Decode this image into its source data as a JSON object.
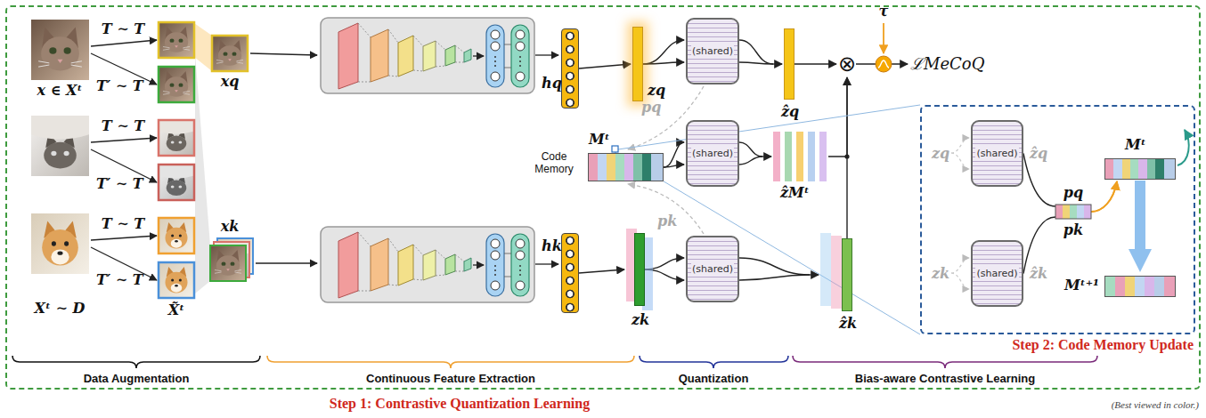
{
  "diagram": {
    "nodes": [
      {
        "text": [
          "Step 1: Contrastive Quantization Learning"
        ]
      },
      {
        "text": [
          "Step 2: Code Memory Update"
        ],
        "in": 0
      },
      {
        "text": [
          "hq"
        ],
        "in": 0
      },
      {
        "text": [
          "zq"
        ],
        "in": 0
      },
      {
        "text": [
          "(shared)"
        ],
        "in": 0
      },
      {
        "text": [
          "ẑq"
        ],
        "in": 0
      },
      {
        "text": [
          "Mᵗ",
          "Code Memory"
        ],
        "in": 0
      },
      {
        "text": [
          "(shared)"
        ],
        "in": 0
      },
      {
        "text": [
          "ẑMᵗ"
        ],
        "in": 0
      },
      {
        "text": [
          "hk"
        ],
        "in": 0
      },
      {
        "text": [
          "zk"
        ],
        "in": 0
      },
      {
        "text": [
          "(shared)"
        ],
        "in": 0
      },
      {
        "text": [
          "ẑk"
        ],
        "in": 0
      },
      {
        "text": [
          "⊗"
        ],
        "in": 0
      },
      {
        "text": [
          "ℒMeCoQ"
        ],
        "in": 0
      },
      {
        "text": [
          "(shared)"
        ],
        "in": 1
      },
      {
        "text": [
          "(shared)"
        ],
        "in": 1
      },
      {
        "text": [
          "Mᵗ"
        ],
        "in": 1
      },
      {
        "text": [
          "Mᵗ⁺¹"
        ],
        "in": 1
      }
    ],
    "edges": [
      {
        "from": 2,
        "to": 3,
        "arrow": "to"
      },
      {
        "from": 3,
        "to": 4,
        "arrow": "to"
      },
      {
        "from": 4,
        "to": 5,
        "arrow": "to"
      },
      {
        "from": 6,
        "to": 7,
        "arrow": "to"
      },
      {
        "from": 7,
        "to": 8,
        "arrow": "to"
      },
      {
        "from": 9,
        "to": 10,
        "arrow": "to"
      },
      {
        "from": 10,
        "to": 11,
        "arrow": "to"
      },
      {
        "from": 11,
        "to": 12,
        "arrow": "to"
      },
      {
        "from": 5,
        "to": 13,
        "arrow": "to"
      },
      {
        "from": 8,
        "to": 13,
        "arrow": "to"
      },
      {
        "from": 12,
        "to": 13,
        "arrow": "to"
      },
      {
        "from": 13,
        "to": 14,
        "arrow": "to"
      },
      {
        "from": 15,
        "to": 17,
        "arrow": "to"
      },
      {
        "from": 16,
        "to": 17,
        "arrow": "to"
      },
      {
        "from": 17,
        "to": 18,
        "arrow": "to"
      }
    ],
    "labels": [
      "x ∈ Xᵗ",
      "T ∼ T",
      "T′ ∼ T",
      "T ∼ T",
      "T′ ∼ T",
      "T ∼ T",
      "T′ ∼ T",
      "Xᵗ ∼ D",
      "X̃ᵗ",
      "xq",
      "xk",
      "pq",
      "pk",
      "τ",
      "zq",
      "ẑq",
      "pq",
      "pk",
      "zk",
      "ẑk",
      "Data Augmentation",
      "Continuous Feature Extraction",
      "Quantization",
      "Bias-aware Contrastive Learning",
      "(Best viewed in color.)"
    ]
  }
}
